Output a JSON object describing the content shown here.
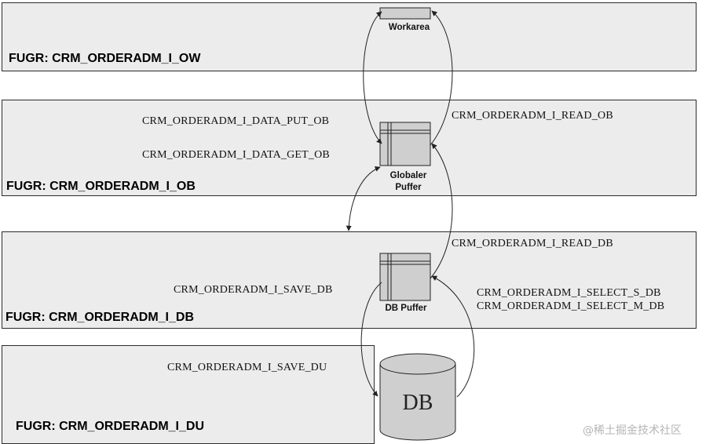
{
  "layers": {
    "ow": {
      "title": "FUGR: CRM_ORDERADM_I_OW"
    },
    "ob": {
      "title": "FUGR: CRM_ORDERADM_I_OB"
    },
    "db": {
      "title": "FUGR: CRM_ORDERADM_I_DB"
    },
    "du": {
      "title": "FUGR: CRM_ORDERADM_I_DU"
    }
  },
  "nodes": {
    "workarea": "Workarea",
    "global_buffer_line1": "Globaler",
    "global_buffer_line2": "Puffer",
    "db_buffer": "DB Puffer",
    "database": "DB"
  },
  "functions": {
    "data_put_ob": "CRM_ORDERADM_I_DATA_PUT_OB",
    "data_get_ob": "CRM_ORDERADM_I_DATA_GET_OB",
    "read_ob": "CRM_ORDERADM_I_READ_OB",
    "read_db": "CRM_ORDERADM_I_READ_DB",
    "save_db": "CRM_ORDERADM_I_SAVE_DB",
    "select_s_db": "CRM_ORDERADM_I_SELECT_S_DB",
    "select_m_db": "CRM_ORDERADM_I_SELECT_M_DB",
    "save_du": "CRM_ORDERADM_I_SAVE_DU"
  },
  "watermark": "@稀土掘金技术社区",
  "colors": {
    "layer_fill": "#ececec",
    "box_fill": "#cfcfcf",
    "line": "#222222"
  }
}
